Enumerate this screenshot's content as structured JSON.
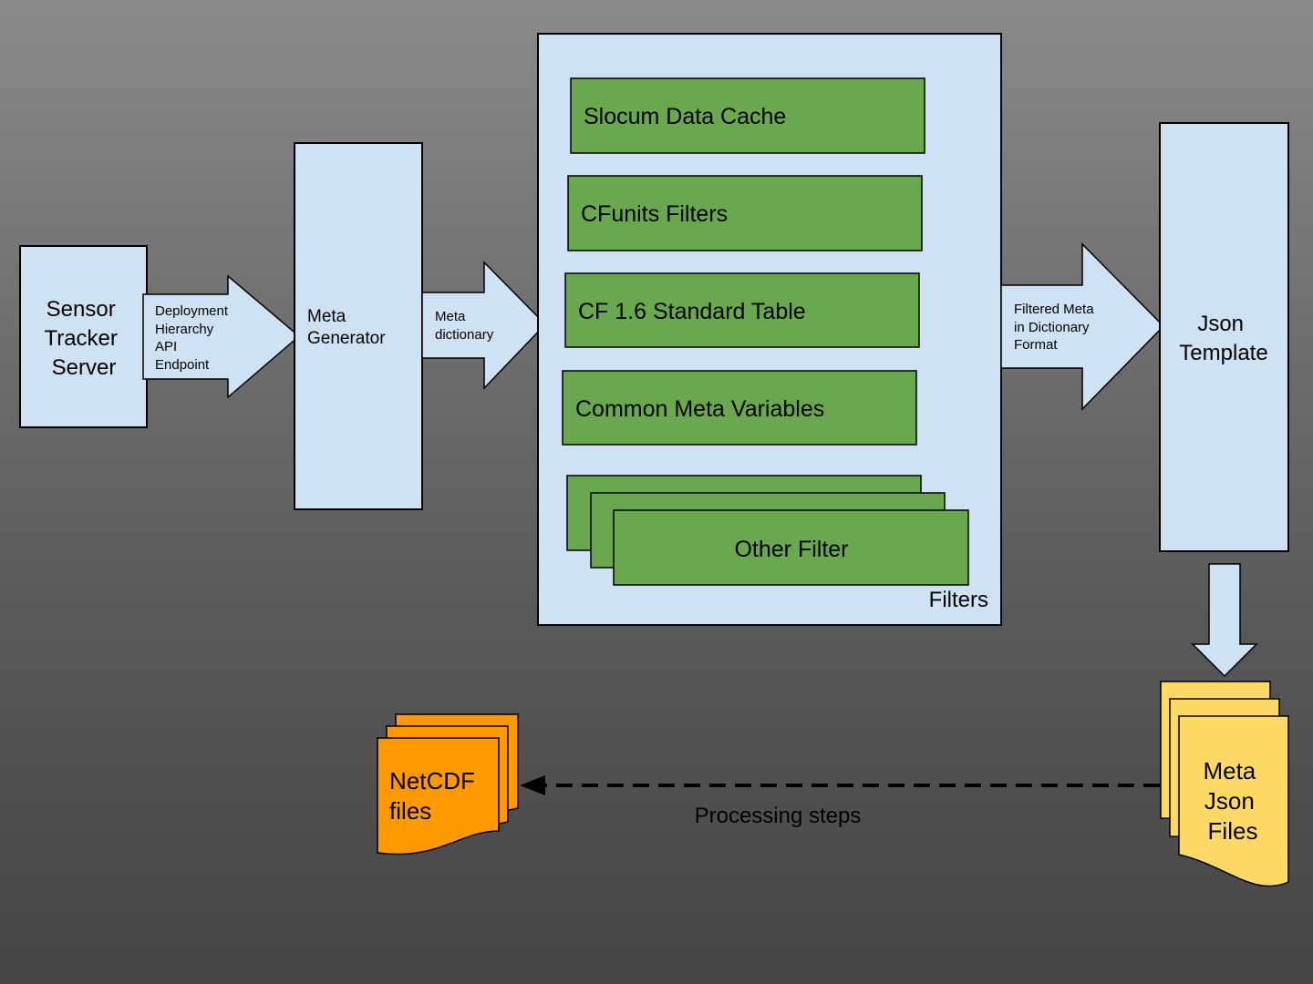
{
  "nodes": {
    "sensor_tracker": [
      "Sensor",
      "Tracker",
      "Server"
    ],
    "meta_generator": [
      "Meta",
      "Generator"
    ],
    "json_template": [
      "Json",
      "Template"
    ],
    "filters_label": "Filters",
    "filters": {
      "slocum": "Slocum Data Cache",
      "cfunits": "CFunits Filters",
      "cf16": "CF 1.6 Standard Table",
      "common_meta": "Common Meta Variables",
      "other": "Other Filter"
    },
    "meta_json_files": [
      "Meta",
      "Json",
      "Files"
    ],
    "netcdf_files": [
      "NetCDF",
      "files"
    ]
  },
  "edges": {
    "deployment": [
      "Deployment",
      "Hierarchy",
      "API",
      "Endpoint"
    ],
    "meta_dictionary": [
      "Meta",
      "dictionary"
    ],
    "filtered_meta": [
      "Filtered Meta",
      "in Dictionary",
      "Format"
    ],
    "processing": "Processing steps"
  },
  "colors": {
    "box_blue": "#cfe2f3",
    "filter_green": "#6aa84f",
    "json_files_yellow": "#ffd966",
    "netcdf_orange": "#ff9900"
  }
}
